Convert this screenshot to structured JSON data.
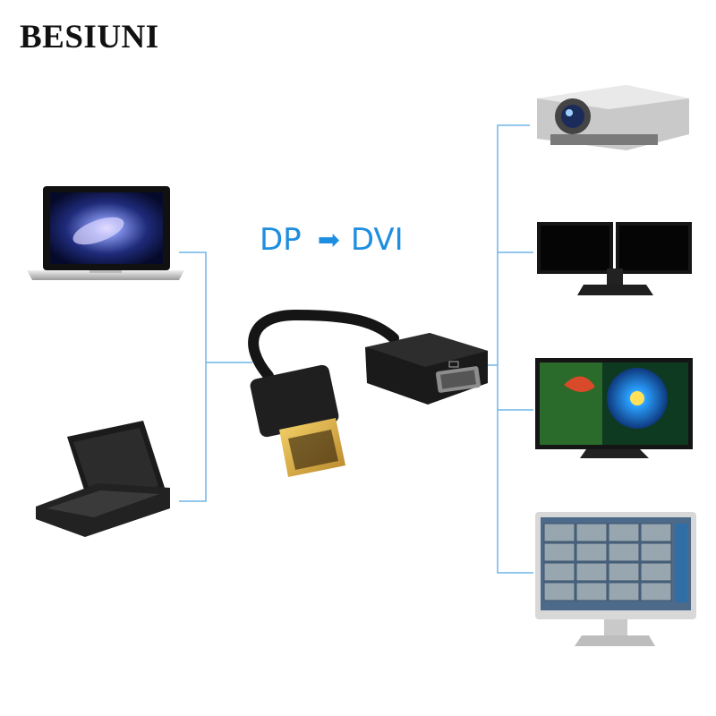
{
  "brand": {
    "name": "BESIUNI"
  },
  "headline": {
    "from": "DP",
    "arrow": "➡",
    "to": "DVI"
  },
  "colors": {
    "connector_line": "#6fb6e6",
    "headline": "#1e8ee0"
  },
  "sources": [
    "laptop-icon",
    "tablet-laptop-icon"
  ],
  "outputs": [
    "projector-icon",
    "dual-monitor-icon",
    "tv-icon",
    "lcd-monitor-icon"
  ]
}
